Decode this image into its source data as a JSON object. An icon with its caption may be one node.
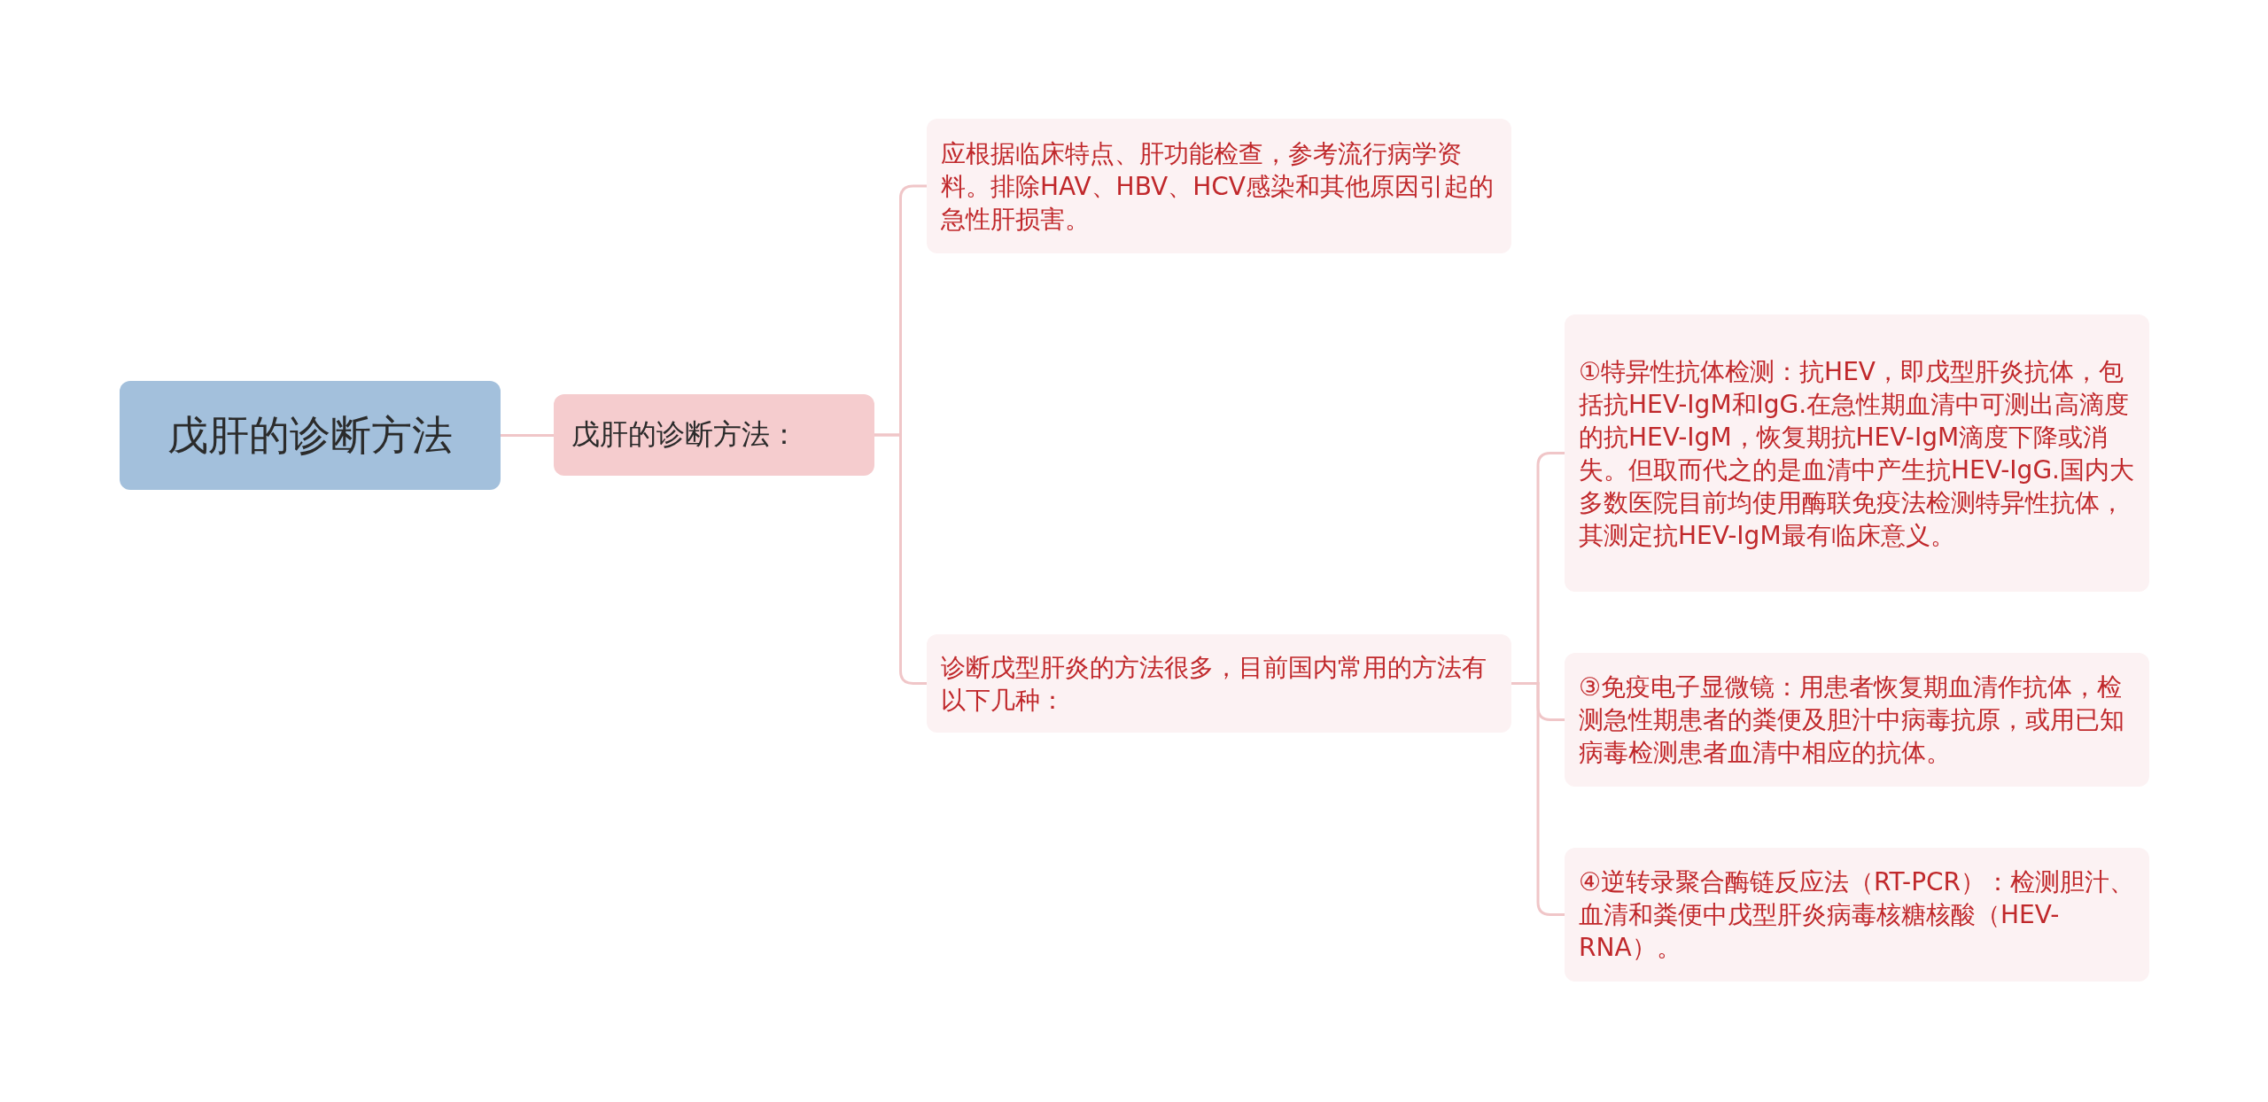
{
  "diagram": {
    "nodes": [
      {
        "text": [
          "戊肝的诊断方法"
        ]
      },
      {
        "text": [
          "戊肝的诊断方法："
        ]
      },
      {
        "text": [
          "应根据临床特点、肝功能检查，参考流行病学资料。排除HAV、HBV、HCV感染和其他原因引起的急性肝损害。"
        ]
      },
      {
        "text": [
          "诊断戊型肝炎的方法很多，目前国内常用的方法有以下几种："
        ]
      },
      {
        "text": [
          "①特异性抗体检测：抗HEV，即戊型肝炎抗体，包括抗HEV-IgM和IgG.在急性期血清中可测出高滴度的抗HEV-IgM，恢复期抗HEV-IgM滴度下降或消失。但取而代之的是血清中产生抗HEV-IgG.国内大多数医院目前均使用酶联免疫法检测特异性抗体，其测定抗HEV-IgM最有临床意义。"
        ]
      },
      {
        "text": [
          "③免疫电子显微镜：用患者恢复期血清作抗体，检测急性期患者的粪便及胆汁中病毒抗原，或用已知病毒检测患者血清中相应的抗体。"
        ]
      },
      {
        "text": [
          "④逆转录聚合酶链反应法（RT-PCR）：检测胆汁、血清和粪便中戊型肝炎病毒核糖核酸（HEV-RNA）。"
        ]
      }
    ],
    "edges": [
      {
        "from": 0,
        "to": 1,
        "arrow": "none"
      },
      {
        "from": 1,
        "to": 2,
        "arrow": "none"
      },
      {
        "from": 1,
        "to": 3,
        "arrow": "none"
      },
      {
        "from": 3,
        "to": 4,
        "arrow": "none"
      },
      {
        "from": 3,
        "to": 5,
        "arrow": "none"
      },
      {
        "from": 3,
        "to": 6,
        "arrow": "none"
      }
    ]
  }
}
